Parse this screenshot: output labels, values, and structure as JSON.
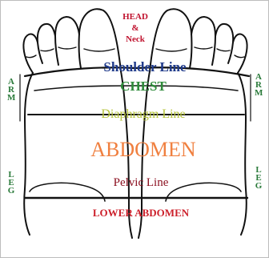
{
  "diagram": {
    "labels": {
      "head_line1": "HEAD",
      "head_line2": "&",
      "head_line3": "Neck",
      "shoulder": "Shoulder Line",
      "chest": "CHEST",
      "diaphragm": "Diaphragm Line",
      "abdomen": "ABDOMEN",
      "pelvic": "Pelvic Line",
      "lower_abdomen": "LOWER ABDOMEN",
      "arm_left": "ARM",
      "arm_right": "ARM",
      "leg_left": "LEG",
      "leg_right": "LEG"
    },
    "colors": {
      "head": "#c0122e",
      "shoulder": "#1f3a8a",
      "chest": "#2e8b3a",
      "diaphragm": "#b5c33a",
      "abdomen": "#f08040",
      "pelvic": "#8b1020",
      "lower_abdomen": "#cc1f2a",
      "side_labels": "#2a7a3a",
      "outline": "#111111"
    }
  }
}
